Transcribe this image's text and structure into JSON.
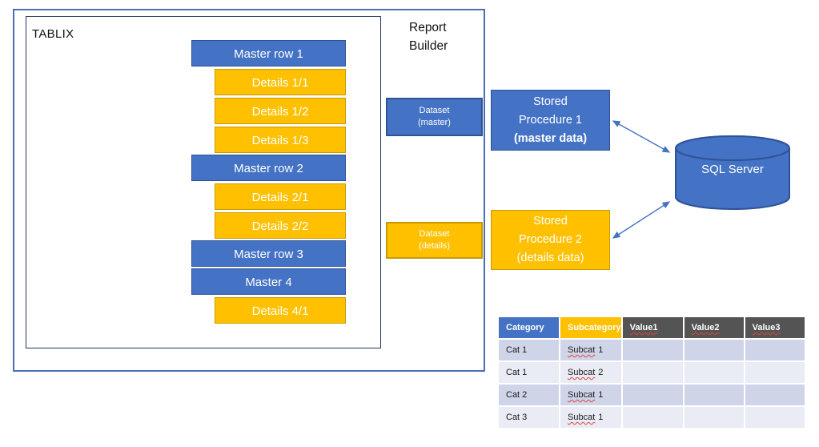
{
  "colors": {
    "blue": "#4472c4",
    "blue_border": "#2e5395",
    "orange": "#ffc000",
    "orange_border": "#c99a00",
    "gray_header": "#545454",
    "row_band_dark": "#cfd4e9",
    "row_band_light": "#e9ebf5",
    "arrow": "#4472c4",
    "spellcheck_squiggle": "#e0443a",
    "outer_box_border": "#4a6db3",
    "inner_box_border": "#24365f"
  },
  "tablix": {
    "title": "TABLIX",
    "rows": [
      {
        "label": "Master row 1",
        "type": "master"
      },
      {
        "label": "Details 1/1",
        "type": "detail"
      },
      {
        "label": "Details 1/2",
        "type": "detail"
      },
      {
        "label": "Details 1/3",
        "type": "detail"
      },
      {
        "label": "Master row 2",
        "type": "master"
      },
      {
        "label": "Details 2/1",
        "type": "detail"
      },
      {
        "label": "Details 2/2",
        "type": "detail"
      },
      {
        "label": "Master row 3",
        "type": "master"
      },
      {
        "label": "Master 4",
        "type": "master"
      },
      {
        "label": "Details 4/1",
        "type": "detail"
      }
    ]
  },
  "report_builder": {
    "title": "Report Builder",
    "datasets": [
      {
        "line1": "Dataset",
        "line2": "(master)",
        "style": "blue"
      },
      {
        "line1": "Dataset",
        "line2": "(details)",
        "style": "orange"
      }
    ]
  },
  "stored_procedures": [
    {
      "line1": "Stored",
      "line2": "Procedure 1",
      "line3": "(master data)",
      "style": "blue",
      "line3_bold": true
    },
    {
      "line1": "Stored",
      "line2": "Procedure 2",
      "line3": "(details data)",
      "style": "orange",
      "line3_bold": false
    }
  ],
  "database": {
    "label": "SQL Server"
  },
  "result_table": {
    "headers": [
      {
        "label": "Category",
        "style": "blue"
      },
      {
        "label": "Subcategory",
        "style": "orange"
      },
      {
        "label": "Value1",
        "style": "gray",
        "misspelled": true
      },
      {
        "label": "Value2",
        "style": "gray",
        "misspelled": true
      },
      {
        "label": "Value3",
        "style": "gray",
        "misspelled": true
      }
    ],
    "rows": [
      {
        "category": "Cat 1",
        "sub_word": "Subcat",
        "sub_num": "1",
        "value1": "",
        "value2": "",
        "value3": ""
      },
      {
        "category": "Cat 1",
        "sub_word": "Subcat",
        "sub_num": "2",
        "value1": "",
        "value2": "",
        "value3": ""
      },
      {
        "category": "Cat 2",
        "sub_word": "Subcat",
        "sub_num": "1",
        "value1": "",
        "value2": "",
        "value3": ""
      },
      {
        "category": "Cat 3",
        "sub_word": "Subcat",
        "sub_num": "1",
        "value1": "",
        "value2": "",
        "value3": ""
      }
    ]
  }
}
